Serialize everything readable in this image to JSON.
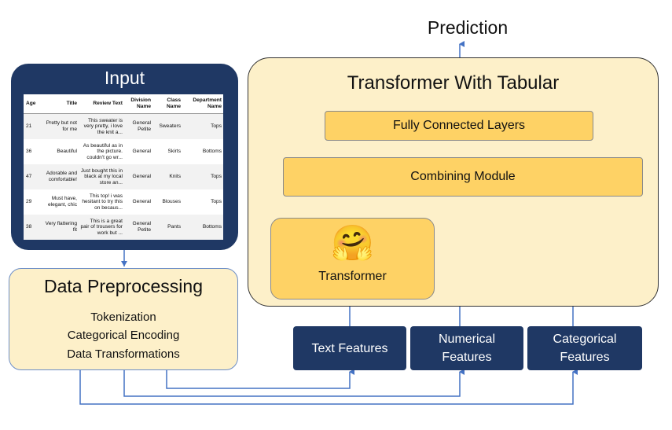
{
  "prediction_label": "Prediction",
  "input_panel": {
    "title": "Input",
    "table": {
      "headers": [
        "Age",
        "Title",
        "Review Text",
        "Division Name",
        "Class Name",
        "Department Name"
      ],
      "rows": [
        [
          "21",
          "Pretty but not for me",
          "This sweater is very pretty, i love the knit a...",
          "General Petite",
          "Sweaters",
          "Tops"
        ],
        [
          "36",
          "Beautiful",
          "As beautiful as in the picture. couldn't go wr...",
          "General",
          "Skirts",
          "Bottoms"
        ],
        [
          "47",
          "Adorable and comfortable!",
          "Just bought this in black at my local store an...",
          "General",
          "Knits",
          "Tops"
        ],
        [
          "29",
          "Must have, elegant, chic",
          "This top! i was hesitant to try this on becaus...",
          "General",
          "Blouses",
          "Tops"
        ],
        [
          "38",
          "Very flattering fit",
          "This is a great pair of trousers for work but ...",
          "General Petite",
          "Pants",
          "Bottoms"
        ]
      ]
    }
  },
  "preprocessing": {
    "title": "Data Preprocessing",
    "items": [
      "Tokenization",
      "Categorical Encoding",
      "Data Transformations"
    ]
  },
  "model": {
    "title": "Transformer With Tabular",
    "fully_connected": "Fully Connected Layers",
    "combining": "Combining Module",
    "transformer": "Transformer",
    "transformer_emoji": "🤗"
  },
  "features": [
    "Text Features",
    "Numerical Features",
    "Categorical Features"
  ],
  "colors": {
    "navy": "#1f3864",
    "cream": "#fdf0c9",
    "gold": "#fed265",
    "connector": "#4472c4"
  }
}
